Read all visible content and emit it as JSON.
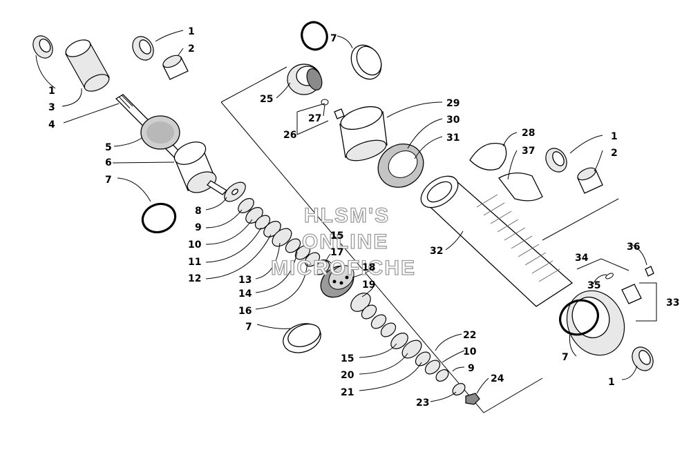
{
  "watermark": {
    "line1": "HLSM'S",
    "line2": "ONLINE",
    "line3": "MICROFICHE"
  },
  "callouts": {
    "c1_top": "1",
    "c2_top": "2",
    "c1_left": "1",
    "c3": "3",
    "c4": "4",
    "c5": "5",
    "c6": "6",
    "c7_left": "7",
    "c8": "8",
    "c9_left": "9",
    "c10_left": "10",
    "c11": "11",
    "c12": "12",
    "c13": "13",
    "c14": "14",
    "c16": "16",
    "c15_mid": "15",
    "c17": "17",
    "c18": "18",
    "c19": "19",
    "c7_bottom": "7",
    "c7_top": "7",
    "c25": "25",
    "c27": "27",
    "c26": "26",
    "c29": "29",
    "c30": "30",
    "c31": "31",
    "c28": "28",
    "c37": "37",
    "c1_right": "1",
    "c2_right": "2",
    "c32": "32",
    "c34": "34",
    "c36": "36",
    "c35": "35",
    "c33": "33",
    "c7_right": "7",
    "c1_bottom": "1",
    "c22": "22",
    "c10_bottom": "10",
    "c9_bottom": "9",
    "c15_bottom": "15",
    "c20": "20",
    "c21": "21",
    "c24": "24",
    "c23": "23"
  }
}
